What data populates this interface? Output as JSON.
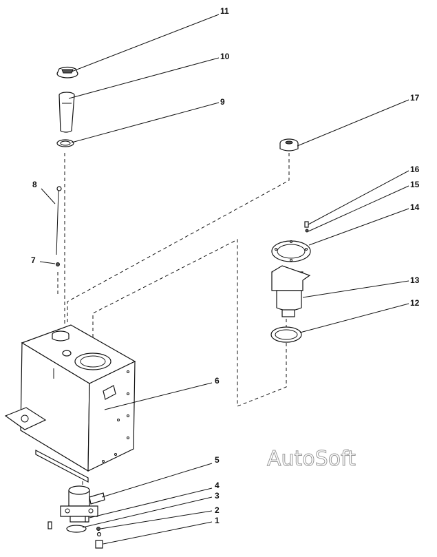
{
  "watermark": "AutoSoft",
  "callouts": [
    {
      "id": "label-11",
      "text": "11"
    },
    {
      "id": "label-10",
      "text": "10"
    },
    {
      "id": "label-9",
      "text": "9"
    },
    {
      "id": "label-8",
      "text": "8"
    },
    {
      "id": "label-7",
      "text": "7"
    },
    {
      "id": "label-6",
      "text": "6"
    },
    {
      "id": "label-5",
      "text": "5"
    },
    {
      "id": "label-4",
      "text": "4"
    },
    {
      "id": "label-3",
      "text": "3"
    },
    {
      "id": "label-2",
      "text": "2"
    },
    {
      "id": "label-1",
      "text": "1"
    },
    {
      "id": "label-17",
      "text": "17"
    },
    {
      "id": "label-16",
      "text": "16"
    },
    {
      "id": "label-15",
      "text": "15"
    },
    {
      "id": "label-14",
      "text": "14"
    },
    {
      "id": "label-13",
      "text": "13"
    },
    {
      "id": "label-12",
      "text": "12"
    }
  ]
}
